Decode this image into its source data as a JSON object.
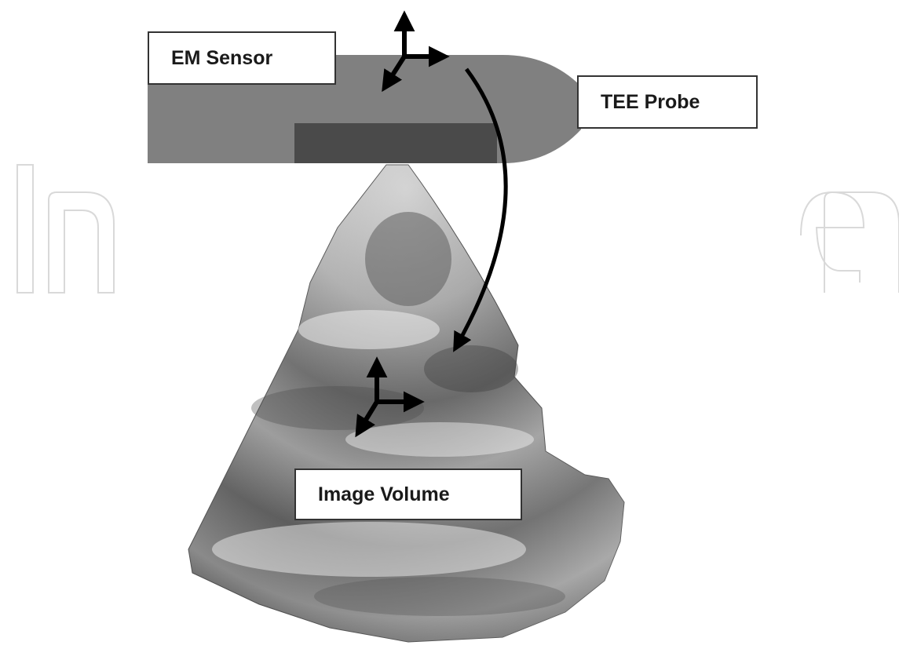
{
  "labels": {
    "em_sensor": "EM Sensor",
    "tee_probe": "TEE Probe",
    "image_volume": "Image Volume"
  },
  "watermark": "IntechOpen",
  "colors": {
    "probe_body": "#808080",
    "transducer": "#4a4a4a",
    "arrow": "#000000",
    "label_border": "#333333",
    "watermark_stroke": "#d9d9d9"
  },
  "icons": {
    "sensor_axes": "coordinate-axes-icon",
    "image_axes": "coordinate-axes-icon",
    "transform_arrow": "curved-arrow"
  }
}
